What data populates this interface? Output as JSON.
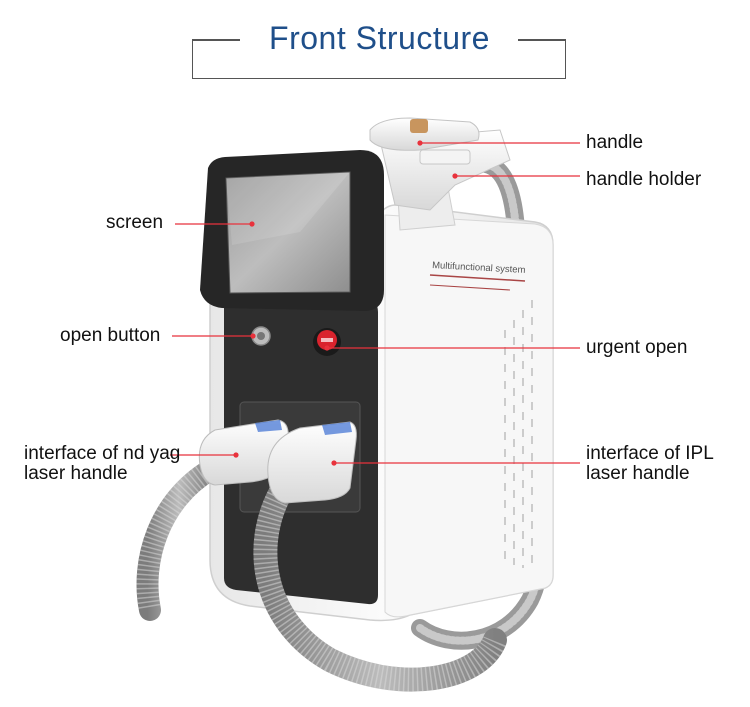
{
  "title": "Front Structure",
  "device": {
    "panel_text": "Multifunctional system"
  },
  "labels": {
    "handle": "handle",
    "handle_holder": "handle holder",
    "screen": "screen",
    "open_button": "open button",
    "urgent_open": "urgent open",
    "nd_yag_interface": "interface of nd yag laser handle",
    "ipl_interface": "interface of IPL laser handle"
  },
  "colors": {
    "title": "#1f4f8a",
    "leader_line": "#e8323c",
    "device_body": "#f2f2f2",
    "screen_bezel": "#2d2d2d",
    "emergency_button": "#d9232d"
  }
}
